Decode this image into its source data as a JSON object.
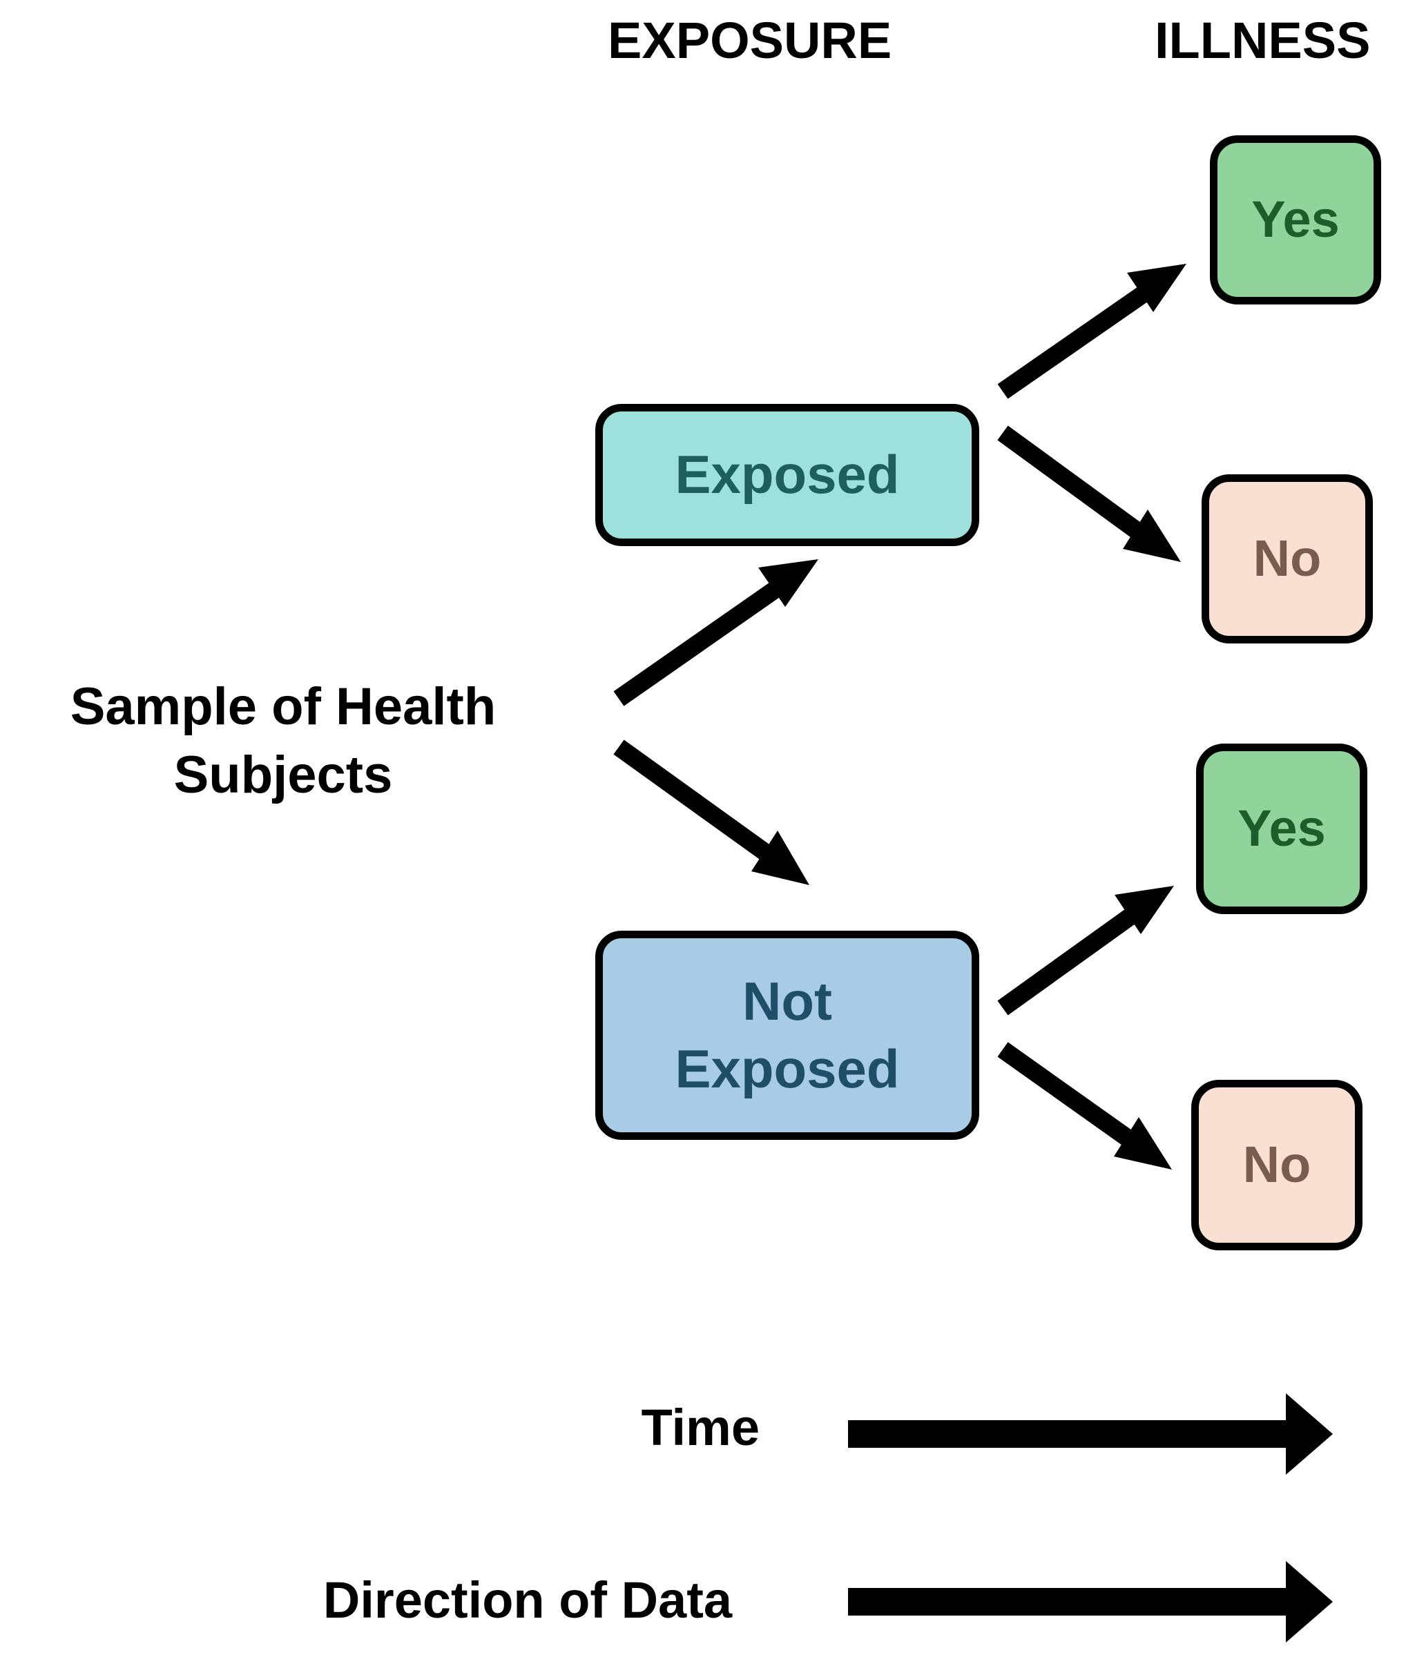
{
  "headers": {
    "exposure": "EXPOSURE",
    "illness": "ILLNESS"
  },
  "source": {
    "line1": "Sample of Health",
    "line2": "Subjects"
  },
  "nodes": {
    "exposed": {
      "label": "Exposed",
      "fill": "#9DE0DC",
      "text_color": "#1F5F5B"
    },
    "not_exposed": {
      "line1": "Not",
      "line2": "Exposed",
      "fill": "#A8CCE5",
      "text_color": "#1F4E68"
    },
    "yes_exposed": {
      "label": "Yes",
      "fill": "#90D49B",
      "text_color": "#1E5C2B"
    },
    "no_exposed": {
      "label": "No",
      "fill": "#FAE0D2",
      "text_color": "#7A5C4F"
    },
    "yes_not_exposed": {
      "label": "Yes",
      "fill": "#90D49B",
      "text_color": "#1E5C2B"
    },
    "no_not_exposed": {
      "label": "No",
      "fill": "#FAE0D2",
      "text_color": "#7A5C4F"
    }
  },
  "legend": {
    "time_label": "Time",
    "direction_label": "Direction of Data"
  },
  "colors": {
    "stroke": "#000000",
    "background": "#ffffff"
  }
}
